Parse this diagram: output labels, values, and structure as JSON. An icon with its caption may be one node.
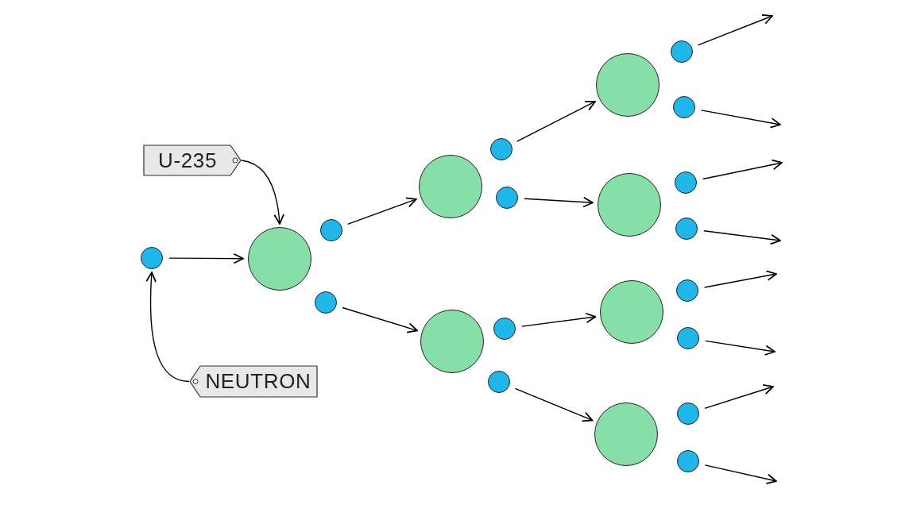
{
  "diagram": {
    "nodes": [
      {
        "text": [
          "U-235"
        ]
      },
      {
        "text": [
          "NEUTRON"
        ]
      },
      {
        "text": [],
        "shape": "circle"
      },
      {
        "text": [],
        "shape": "circle"
      },
      {
        "text": [],
        "shape": "circle"
      },
      {
        "text": [],
        "shape": "circle"
      },
      {
        "text": [],
        "shape": "circle"
      },
      {
        "text": [],
        "shape": "circle"
      },
      {
        "text": [],
        "shape": "circle"
      },
      {
        "text": [],
        "shape": "circle"
      },
      {
        "text": [],
        "shape": "circle"
      },
      {
        "text": [],
        "shape": "circle"
      },
      {
        "text": [],
        "shape": "circle"
      },
      {
        "text": [],
        "shape": "circle"
      },
      {
        "text": [],
        "shape": "circle"
      },
      {
        "text": [],
        "shape": "circle"
      },
      {
        "text": [],
        "shape": "circle"
      },
      {
        "text": [],
        "shape": "circle"
      },
      {
        "text": [],
        "shape": "circle"
      },
      {
        "text": [],
        "shape": "circle"
      },
      {
        "text": [],
        "shape": "circle"
      },
      {
        "text": [],
        "shape": "circle"
      },
      {
        "text": [],
        "shape": "circle"
      },
      {
        "text": [],
        "shape": "circle"
      }
    ],
    "edges": [
      {
        "from": 0,
        "to": 3,
        "arrow": "to"
      },
      {
        "from": 1,
        "to": 2,
        "arrow": "to"
      },
      {
        "from": 2,
        "to": 3,
        "arrow": "to"
      },
      {
        "from": 4,
        "to": 6,
        "arrow": "to"
      },
      {
        "from": 5,
        "to": 7,
        "arrow": "to"
      },
      {
        "from": 8,
        "to": 12,
        "arrow": "to"
      },
      {
        "from": 9,
        "to": 13,
        "arrow": "to"
      },
      {
        "from": 10,
        "to": 14,
        "arrow": "to"
      },
      {
        "from": 11,
        "to": 15,
        "arrow": "to"
      },
      {
        "from": 16,
        "to": null,
        "arrow": "to"
      },
      {
        "from": 17,
        "to": null,
        "arrow": "to"
      },
      {
        "from": 18,
        "to": null,
        "arrow": "to"
      },
      {
        "from": 19,
        "to": null,
        "arrow": "to"
      },
      {
        "from": 20,
        "to": null,
        "arrow": "to"
      },
      {
        "from": 21,
        "to": null,
        "arrow": "to"
      },
      {
        "from": 22,
        "to": null,
        "arrow": "to"
      },
      {
        "from": 23,
        "to": null,
        "arrow": "to"
      }
    ]
  }
}
